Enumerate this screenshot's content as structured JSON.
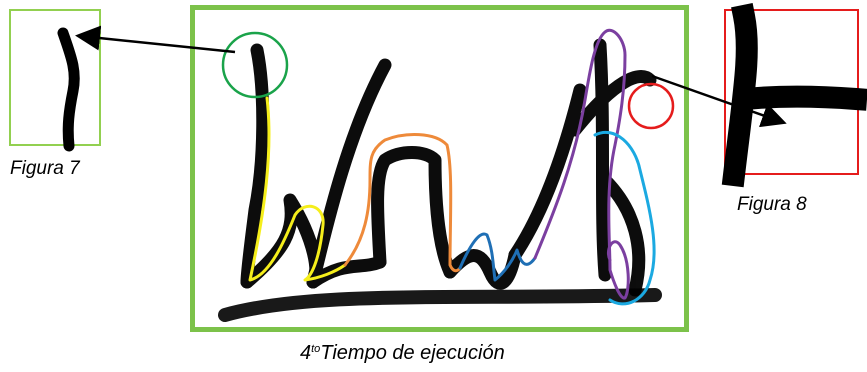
{
  "figure7_caption": "Figura 7",
  "figure8_caption": "Figura 8",
  "main_caption_number": "4",
  "main_caption_superscript": "to",
  "main_caption_text": "Tiempo de ejecución",
  "colors": {
    "figure7_border": "#92d050",
    "main_border": "#7cc24a",
    "figure8_border": "#e51c1c",
    "circle_green": "#1aa34a",
    "circle_red": "#e51c1c",
    "stroke_yellow": "#f5ee1b",
    "stroke_orange": "#ee8a3a",
    "stroke_darkblue": "#1f6fb5",
    "stroke_purple": "#7b3fa0",
    "stroke_lightblue": "#1ba9e1"
  }
}
